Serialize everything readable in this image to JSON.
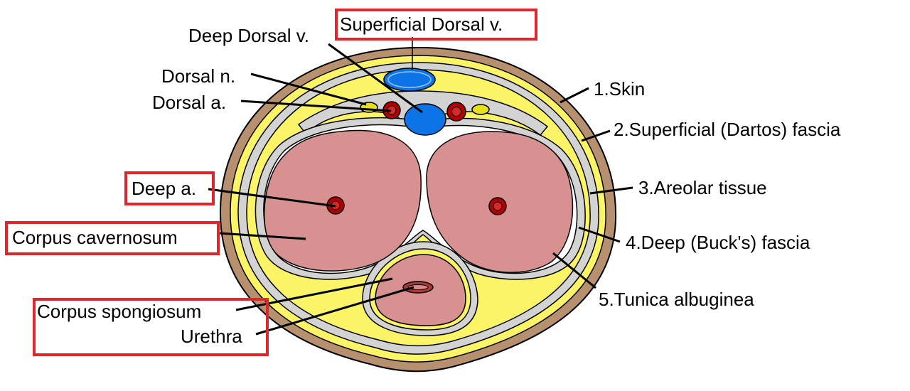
{
  "colors": {
    "skin": "#b7906f",
    "fascia": "#fcf467",
    "areolar": "#d3d3d3",
    "white_sheath": "#ffffff",
    "cavernosum": "#d69190",
    "artery": "#b40000",
    "artery_inner": "#d42a2a",
    "vein": "#0d74e8",
    "nerve": "#e6df1c",
    "urethra": "#a8383a",
    "urethra_inner": "#d98c8c",
    "highlight": "#e0262d",
    "outline": "#000000"
  },
  "labels": {
    "superficial_dorsal_v": "Superficial Dorsal v.",
    "deep_dorsal_v": "Deep Dorsal v.",
    "dorsal_n": "Dorsal n.",
    "dorsal_a": "Dorsal a.",
    "deep_a": "Deep a.",
    "corpus_cavernosum": "Corpus cavernosum",
    "corpus_spongiosum": "Corpus spongiosum",
    "urethra": "Urethra",
    "skin": "1.Skin",
    "superficial_fascia": "2.Superficial (Dartos) fascia",
    "areolar_tissue": "3.Areolar tissue",
    "deep_fascia": "4.Deep (Buck's) fascia",
    "tunica_albuginea": "5.Tunica albuginea"
  },
  "highlighted": [
    "Superficial Dorsal v.",
    "Deep a.",
    "Corpus cavernosum",
    "Corpus spongiosum / Urethra"
  ]
}
